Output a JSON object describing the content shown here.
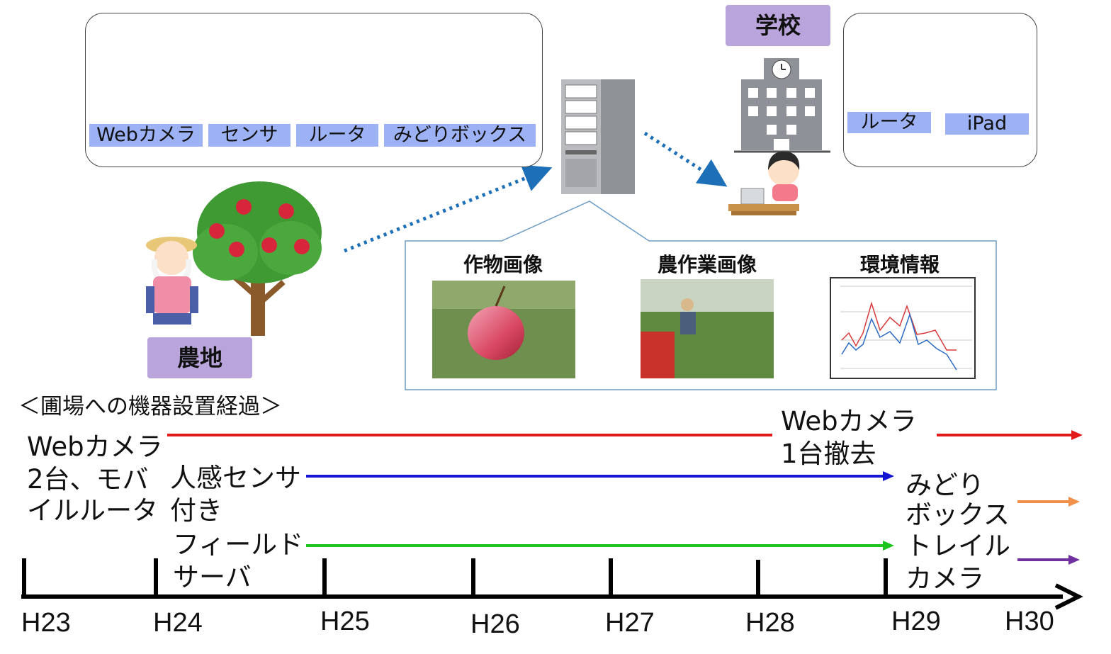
{
  "devices": {
    "webcam": "Webカメラ",
    "sensor": "センサ",
    "router": "ルータ",
    "midori_box": "みどりボックス"
  },
  "school": {
    "title": "学校",
    "router": "ルータ",
    "ipad": "iPad"
  },
  "farm": {
    "title": "農地"
  },
  "data_panel": {
    "crop_image": "作物画像",
    "work_image": "農作業画像",
    "env_info": "環境情報"
  },
  "timeline": {
    "heading": "＜圃場への機器設置経過＞",
    "years": [
      "H23",
      "H24",
      "H25",
      "H26",
      "H27",
      "H28",
      "H29",
      "H30"
    ],
    "labels": {
      "webcam_2": [
        "Webカメラ",
        "2台、モバ",
        "イルルータ"
      ],
      "sensor_cam": [
        "人感センサ",
        "付き"
      ],
      "field_server": [
        "フィールド",
        "サーバ"
      ],
      "webcam_removed": [
        "Webカメラ",
        "1台撤去"
      ],
      "midori_box": [
        "みどり",
        "ボックス"
      ],
      "trail_cam": [
        "トレイル",
        "カメラ"
      ]
    },
    "colors": {
      "webcam": "#e31b1b",
      "sensor": "#1414d4",
      "field_server": "#1ec41e",
      "midori_box": "#f0904a",
      "trail_cam": "#7030a0"
    }
  }
}
